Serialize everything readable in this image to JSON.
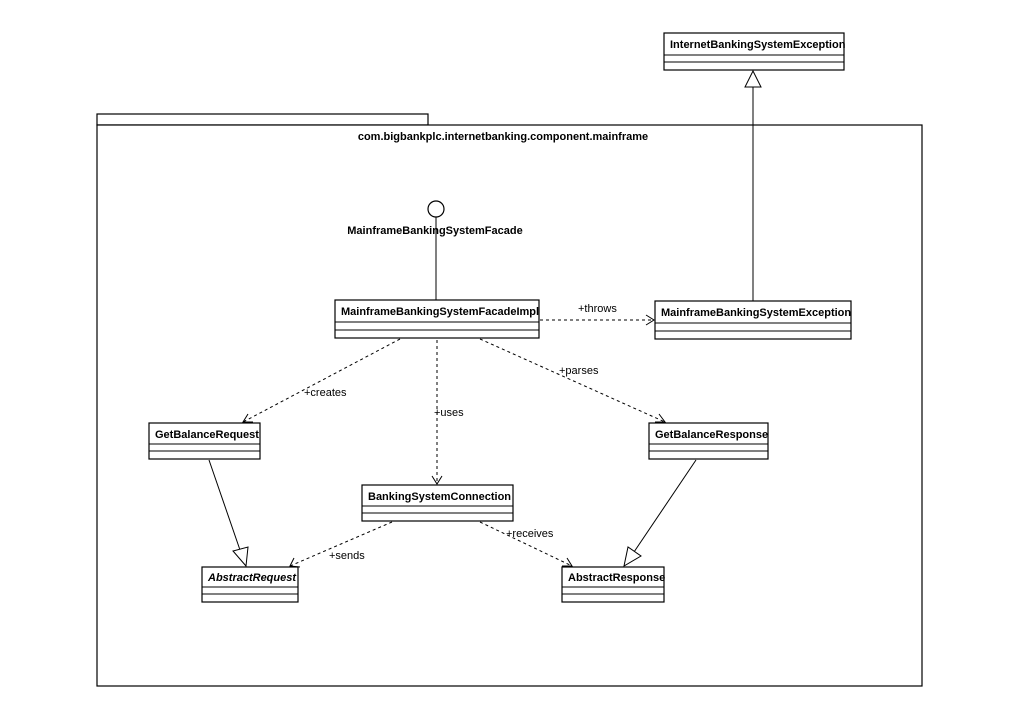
{
  "package": {
    "name": "com.bigbankplc.internetbanking.component.mainframe"
  },
  "interface": {
    "name": "MainframeBankingSystemFacade"
  },
  "classes": {
    "internet_exception": {
      "name": "InternetBankingSystemException",
      "italic": false
    },
    "facade_impl": {
      "name": "MainframeBankingSystemFacadeImpl",
      "italic": false
    },
    "mainframe_exception": {
      "name": "MainframeBankingSystemException",
      "italic": false
    },
    "get_balance_request": {
      "name": "GetBalanceRequest",
      "italic": false
    },
    "get_balance_response": {
      "name": "GetBalanceResponse",
      "italic": false
    },
    "banking_connection": {
      "name": "BankingSystemConnection",
      "italic": false
    },
    "abstract_request": {
      "name": "AbstractRequest",
      "italic": true
    },
    "abstract_response": {
      "name": "AbstractResponse",
      "italic": false
    }
  },
  "relations": {
    "throws": "+throws",
    "creates": "+creates",
    "uses": "+uses",
    "parses": "+parses",
    "sends": "+sends",
    "receives": "+receives"
  }
}
